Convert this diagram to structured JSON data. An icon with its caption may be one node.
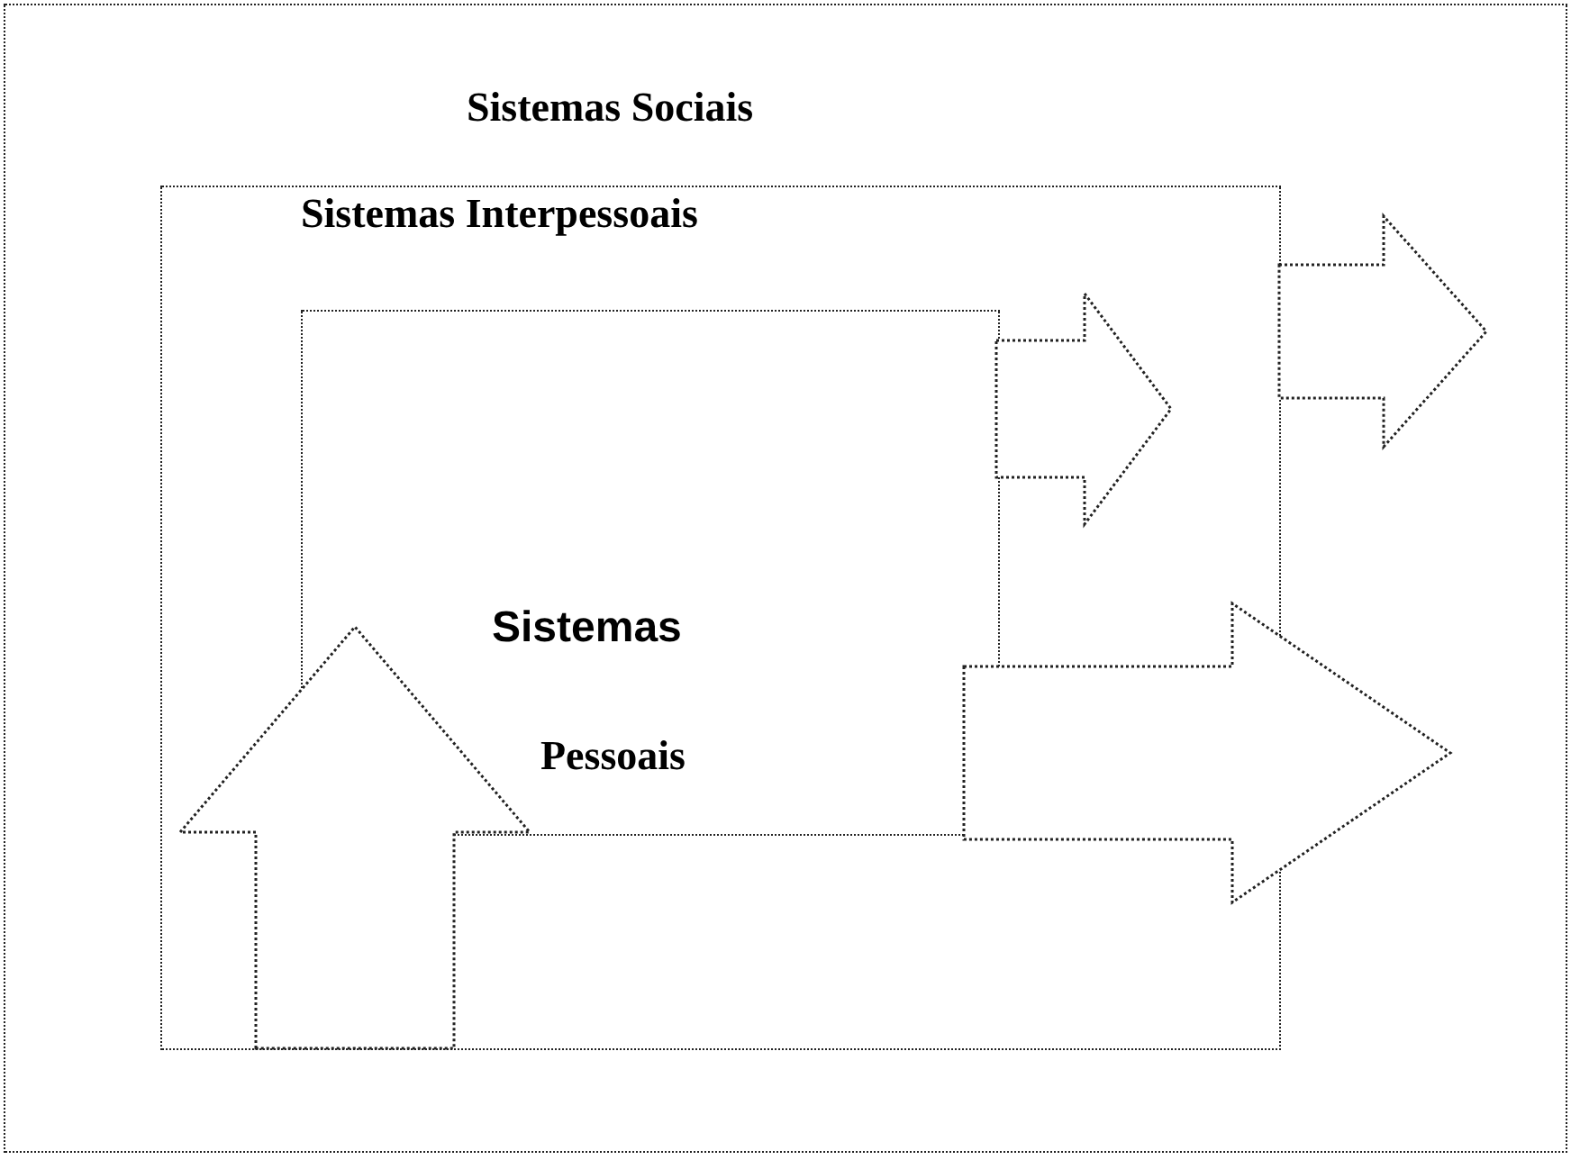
{
  "diagram": {
    "nodes": [
      {
        "text": [
          "Sistemas Sociais"
        ]
      },
      {
        "text": [
          "Sistemas Interpessoais"
        ],
        "in": 0
      },
      {
        "text": [
          "Sistemas",
          "Pessoais"
        ],
        "in": 1
      }
    ],
    "edges": [
      {
        "from": 2,
        "to": null,
        "arrow": "to"
      },
      {
        "from": 1,
        "to": null,
        "arrow": "to"
      },
      {
        "from": 2,
        "to": null,
        "arrow": "to"
      },
      {
        "from": 1,
        "to": 2,
        "arrow": "to"
      }
    ]
  }
}
